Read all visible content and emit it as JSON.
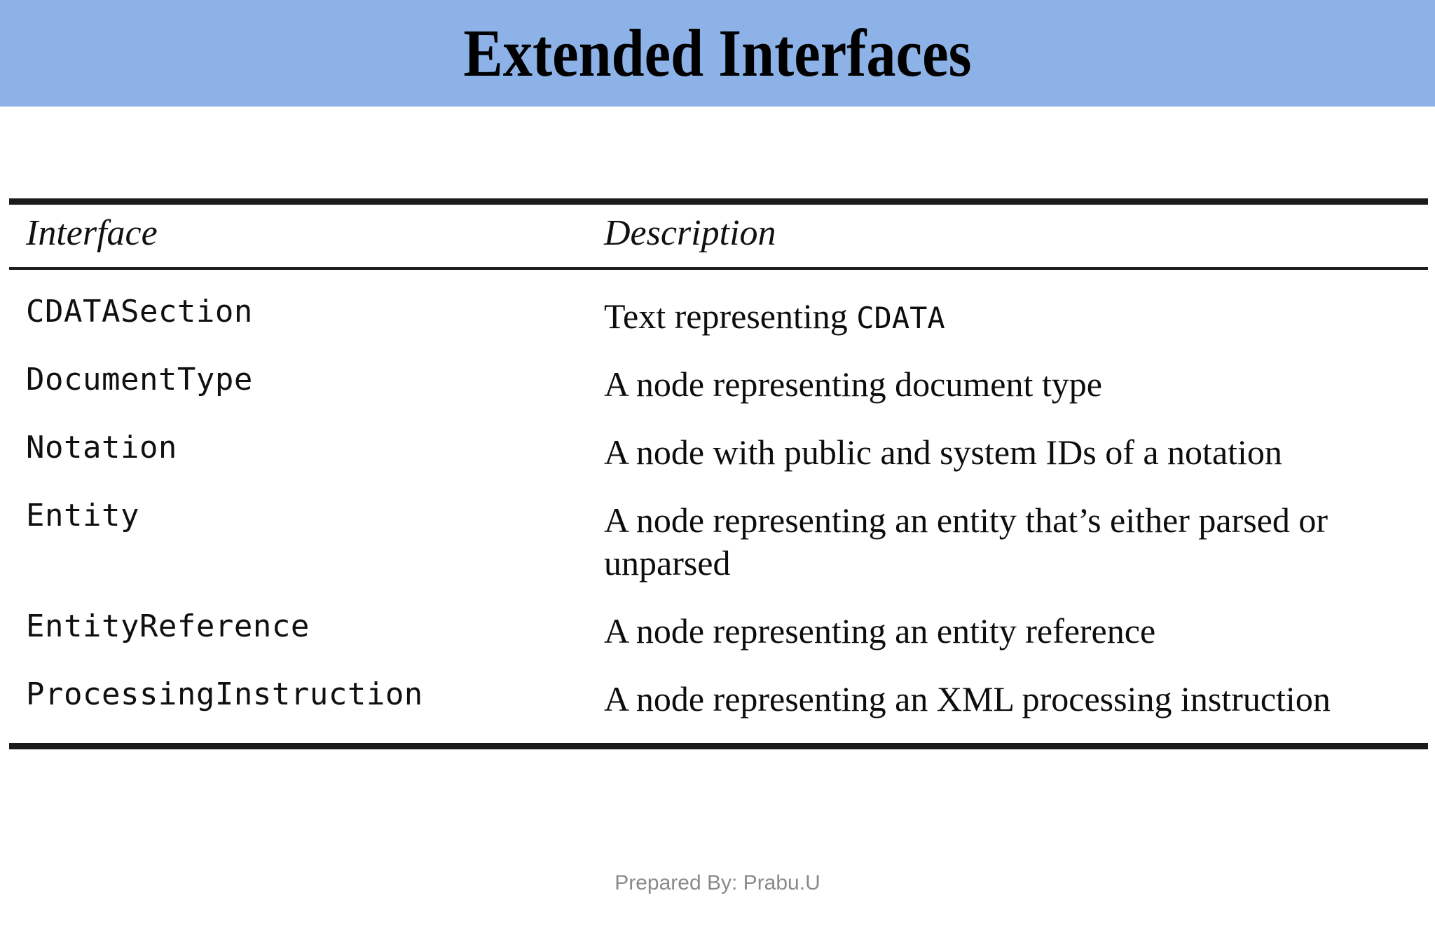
{
  "slide": {
    "title": "Extended Interfaces",
    "banner_color": "#8CB2E8",
    "background_color": "#FFFFFF"
  },
  "table": {
    "headers": {
      "interface": "Interface",
      "description": "Description"
    },
    "rows": [
      {
        "interface": "CDATASection",
        "description_prefix": "Text representing ",
        "description_mono": "CDATA",
        "description_suffix": "",
        "description_full": "Text representing CDATA"
      },
      {
        "interface": "DocumentType",
        "description_prefix": "A node representing document type",
        "description_mono": "",
        "description_suffix": "",
        "description_full": "A node representing document type"
      },
      {
        "interface": "Notation",
        "description_prefix": "A node with public and system IDs of a notation",
        "description_mono": "",
        "description_suffix": "",
        "description_full": "A node with public and system IDs of a notation"
      },
      {
        "interface": "Entity",
        "description_prefix": "A node representing an entity that’s either parsed or unparsed",
        "description_mono": "",
        "description_suffix": "",
        "description_full": "A node representing an entity that’s either parsed or unparsed"
      },
      {
        "interface": "EntityReference",
        "description_prefix": "A node representing an entity reference",
        "description_mono": "",
        "description_suffix": "",
        "description_full": "A node representing an entity reference"
      },
      {
        "interface": "ProcessingInstruction",
        "description_prefix": "A node representing an XML processing instruction",
        "description_mono": "",
        "description_suffix": "",
        "description_full": "A node representing an XML processing instruction"
      }
    ]
  },
  "footer": {
    "credit": "Prepared By: Prabu.U"
  }
}
